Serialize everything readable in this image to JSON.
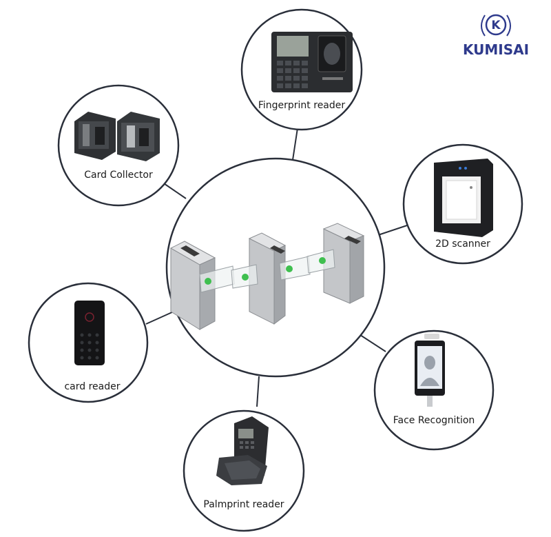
{
  "brand": {
    "logo_letter": "K",
    "name": "KUMISAI",
    "color": "#2e3a8c"
  },
  "center": {
    "subject": "swing-barrier-turnstile-gates"
  },
  "devices": [
    {
      "id": "fingerprint",
      "label": "Fingerprint reader"
    },
    {
      "id": "card-collector",
      "label": "Card Collector"
    },
    {
      "id": "2d-scanner",
      "label": "2D scanner"
    },
    {
      "id": "card-reader",
      "label": "card reader"
    },
    {
      "id": "face-recognition",
      "label": "Face Recognition"
    },
    {
      "id": "palmprint",
      "label": "Palmprint reader"
    }
  ],
  "colors": {
    "circle_stroke": "#2a2f3a",
    "connector": "#2a2f3a",
    "gate_steel": "#b9bcc0",
    "gate_indicator": "#3fbf4f"
  }
}
